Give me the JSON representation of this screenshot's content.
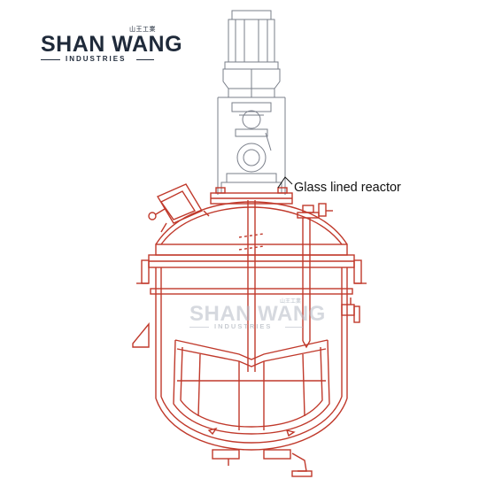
{
  "logo": {
    "chinese": "山王工業",
    "name": "SHAN WANG",
    "subtitle": "INDUSTRIES"
  },
  "diagram": {
    "label": "Glass lined reactor",
    "line_color": "#c0392b",
    "outline_color": "#7a7f8a"
  },
  "watermark": {
    "chinese": "山王工業",
    "name": "SHAN WANG",
    "subtitle": "INDUSTRIES"
  }
}
